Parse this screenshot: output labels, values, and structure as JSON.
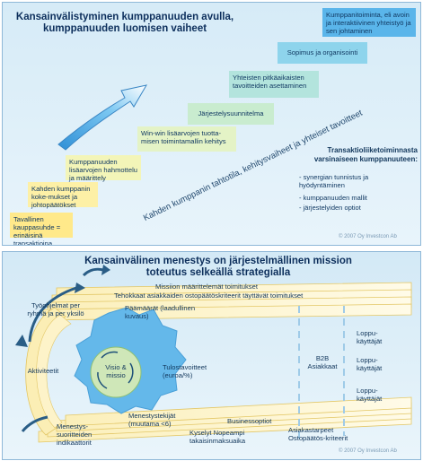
{
  "top": {
    "title": "Kansainvälistyminen kumppanuuden avulla, kumppanuuden luomisen vaiheet",
    "steps": [
      {
        "label": "Tavallinen kauppasuhde = erinäisinä transaktioina",
        "color": "#ffe98a"
      },
      {
        "label": "Kahden kumppanin koke-mukset ja johtopäätökset",
        "color": "#fdf0a6"
      },
      {
        "label": "Kumppanuuden lisäarvojen hahmottelu ja määrittely",
        "color": "#f3f5b8"
      },
      {
        "label": "Win-win lisäarvojen tuotta-misen toimintamallin kehitys",
        "color": "#e4f3c6"
      },
      {
        "label": "Järjestelysuunnitelma",
        "color": "#c9eccf"
      },
      {
        "label": "Yhteisten pitkäaikaisten tavoitteiden asettaminen",
        "color": "#b3e4dd"
      },
      {
        "label": "Sopimus ja organisointi",
        "color": "#8ed4ec"
      },
      {
        "label": "Kumppanitoiminta, eli avoin ja interaktiivinen yhteistyö ja sen johtaminen",
        "color": "#5ab5ea"
      }
    ],
    "diagonal_text": "Kahden kumppanin tahtotila, kehitysvaiheet ja yhteiset tavoitteet",
    "side": {
      "heading": "Transaktioliiketoiminnasta varsinaiseen kumppanuuteen:",
      "items": [
        "- synergian tunnistus ja hyödyntäminen",
        "- kumppanuuden mallit",
        "- järjestelyiden optiot"
      ]
    },
    "copyright": "© 2007 Oy Investcon Ab"
  },
  "bottom": {
    "title": "Kansainvälinen menestys on järjestelmällinen mission toteutus selkeällä strategialla",
    "band_labels": [
      "Missiion määrittelemät toimitukset",
      "Tehokkaat asiakkaiden ostopäätöskriteerit täyttävät toimitukset"
    ],
    "labels": {
      "tyohyvinvointi": "Työohjelmat per ryhmä ja per yksilö",
      "paamaarat": "Päämäärät (laadullinen kuvaus)",
      "aktiviteetit": "Aktiviteetit",
      "visio": "Visio & missio",
      "tulostavoitteet": "Tulostavoitteet (euroa/%)",
      "menestys_indikaattorit": "Menestys-suoritteiden indikaattorit",
      "menestystekijat": "Menestystekijät (muutama <6)",
      "kyselyt": "Kyselyt Nopeampi takaisinmaksuaika",
      "businessoptiot": "Businessoptiot",
      "b2b": "B2B Asiakkaat",
      "asiakastarpeet": "Asiakastarpeet Ostopäätös-kriteerit",
      "loppukayttajat": [
        "Loppu-käyttäjät",
        "Loppu-käyttäjät",
        "Loppu-käyttäjät"
      ]
    },
    "copyright": "© 2007 Oy Investcon Ab"
  }
}
